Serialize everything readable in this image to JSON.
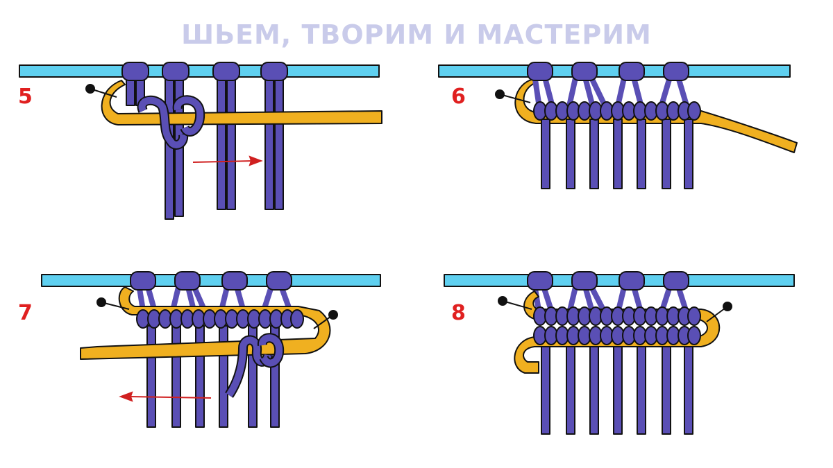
{
  "header": {
    "title": "ШЬЕМ, ТВОРИМ И МАСТЕРИМ"
  },
  "steps": [
    {
      "number": "5"
    },
    {
      "number": "6"
    },
    {
      "number": "7"
    },
    {
      "number": "8"
    }
  ],
  "colors": {
    "rod": "#5fd0f0",
    "cord": "#5a4fb5",
    "working_cord": "#f0b020",
    "outline": "#111111",
    "arrow": "#d02020",
    "pin": "#111111",
    "header": "#c9cbea",
    "step_number": "#e02020"
  }
}
